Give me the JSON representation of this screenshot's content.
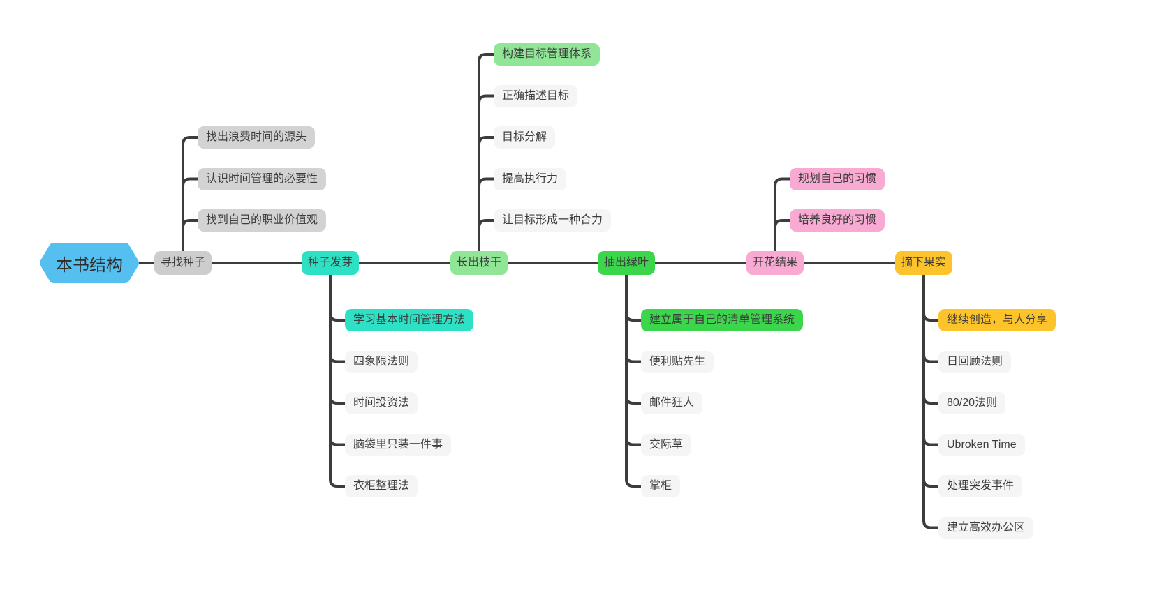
{
  "app": {
    "background_color": "#ffffff",
    "connector_color": "#3c3c3c"
  },
  "mindmap": {
    "root": {
      "label": "本书结构",
      "bg": "#55c0f0",
      "shape": "hexagon"
    },
    "branches": [
      {
        "label": "寻找种子",
        "bg": "#cdcdcd",
        "side": "up",
        "children": [
          {
            "label": "找出浪费时间的源头",
            "bg": "#d3d3d3"
          },
          {
            "label": "认识时间管理的必要性",
            "bg": "#d3d3d3"
          },
          {
            "label": "找到自己的职业价值观",
            "bg": "#d3d3d3"
          }
        ]
      },
      {
        "label": "种子发芽",
        "bg": "#2ee1c5",
        "side": "down",
        "children": [
          {
            "label": "学习基本时间管理方法",
            "bg": "#2ee1c5"
          },
          {
            "label": "四象限法则",
            "bg": "#f5f5f6"
          },
          {
            "label": "时间投资法",
            "bg": "#f5f5f6"
          },
          {
            "label": "脑袋里只装一件事",
            "bg": "#f5f5f6"
          },
          {
            "label": "衣柜整理法",
            "bg": "#f5f5f6"
          }
        ]
      },
      {
        "label": "长出枝干",
        "bg": "#90e696",
        "side": "up",
        "children": [
          {
            "label": "构建目标管理体系",
            "bg": "#90e696"
          },
          {
            "label": "正确描述目标",
            "bg": "#f5f5f6"
          },
          {
            "label": "目标分解",
            "bg": "#f5f5f6"
          },
          {
            "label": "提高执行力",
            "bg": "#f5f5f6"
          },
          {
            "label": "让目标形成一种合力",
            "bg": "#f5f5f6"
          }
        ]
      },
      {
        "label": "抽出绿叶",
        "bg": "#3cd64c",
        "side": "down",
        "children": [
          {
            "label": "建立属于自己的清单管理系统",
            "bg": "#3cd64c"
          },
          {
            "label": "便利贴先生",
            "bg": "#f5f5f6"
          },
          {
            "label": "邮件狂人",
            "bg": "#f5f5f6"
          },
          {
            "label": "交际草",
            "bg": "#f5f5f6"
          },
          {
            "label": "掌柜",
            "bg": "#f5f5f6"
          }
        ]
      },
      {
        "label": "开花结果",
        "bg": "#f8aad2",
        "side": "up",
        "children": [
          {
            "label": "规划自己的习惯",
            "bg": "#f8aad2"
          },
          {
            "label": "培养良好的习惯",
            "bg": "#f8aad2"
          }
        ]
      },
      {
        "label": "摘下果实",
        "bg": "#fdc32b",
        "side": "down",
        "children": [
          {
            "label": "继续创造，与人分享",
            "bg": "#fdc32b"
          },
          {
            "label": "日回顾法则",
            "bg": "#f5f5f6"
          },
          {
            "label": "80/20法则",
            "bg": "#f5f5f6"
          },
          {
            "label": "Ubroken Time",
            "bg": "#f5f5f6"
          },
          {
            "label": "处理突发事件",
            "bg": "#f5f5f6"
          },
          {
            "label": "建立高效办公区",
            "bg": "#f5f5f6"
          }
        ]
      }
    ]
  }
}
